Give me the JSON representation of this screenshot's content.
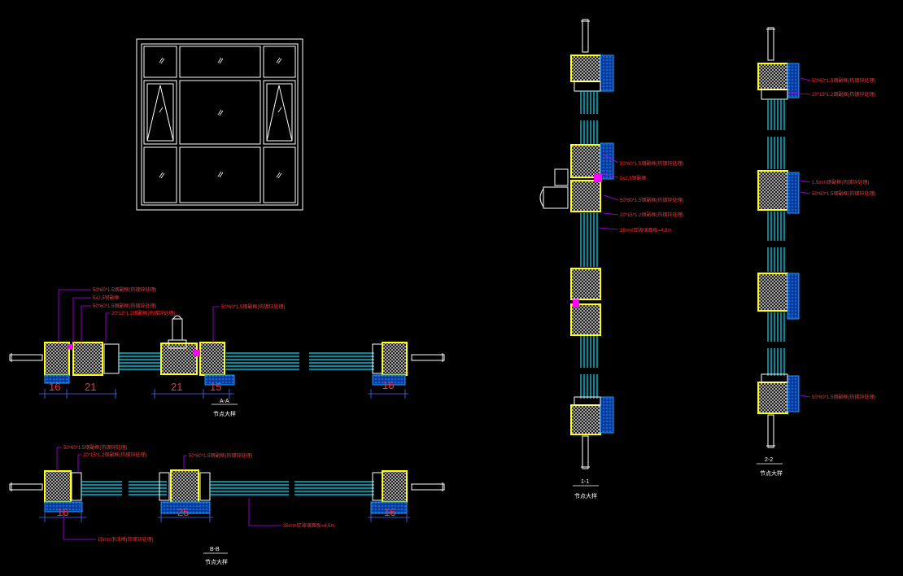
{
  "colors": {
    "background": "#000000",
    "frame_yellow": "#ffff00",
    "glass_cyan": "#00e0ff",
    "insulation_blue": "#1aa0ff",
    "seal_magenta": "#ff00ff",
    "annotation_red": "#ff3030",
    "leader_purple": "#b400ff",
    "dim_blue": "#4a6cff",
    "outline_white": "#ffffff"
  },
  "section_aa": {
    "title": "A-A",
    "caption": "节点大样",
    "annotations": [
      "50*60*1.5钢副框(热镀锌处理)",
      "5x2.5钢副框",
      "50*60*1.5钢副框(热镀锌处理)",
      "20*15*1.2钢副框(热镀锌处理)",
      "50*60*1.5钢副框(热镀锌处理)"
    ],
    "dims": [
      "16",
      "21",
      "21",
      "15",
      "16"
    ]
  },
  "section_bb": {
    "title": "B-B",
    "caption": "节点大样",
    "annotations": [
      "50*60*1.5钢副框(热镀锌处理)",
      "20*15*1.2钢副框(热镀锌处理)",
      "50*60*1.5钢副框(热镀锌处理)",
      "15mm泡沫棒(热镀锌处理)",
      "35mm厚玻璃面板=4.5m"
    ],
    "dims": [
      "16",
      "25",
      "16"
    ]
  },
  "section_11": {
    "title": "1-1",
    "caption": "节点大样",
    "annotations": [
      "50*60*1.5钢副框(热镀锌处理)",
      "5x2.5钢副框",
      "50*60*1.5钢副框(热镀锌处理)",
      "20*15*1.2钢副框(热镀锌处理)",
      "35mm厚玻璃面板=4.5m"
    ]
  },
  "section_22": {
    "title": "2-2",
    "caption": "节点大样",
    "annotations": [
      "50*60*1.5钢副框(热镀锌处理)",
      "20*15*1.2钢副框(热镀锌处理)",
      "1.5mm钢副框(热镀锌处理)",
      "50*60*1.5钢副框(热镀锌处理)",
      "50*60*1.5钢副框(热镀锌处理)"
    ]
  }
}
